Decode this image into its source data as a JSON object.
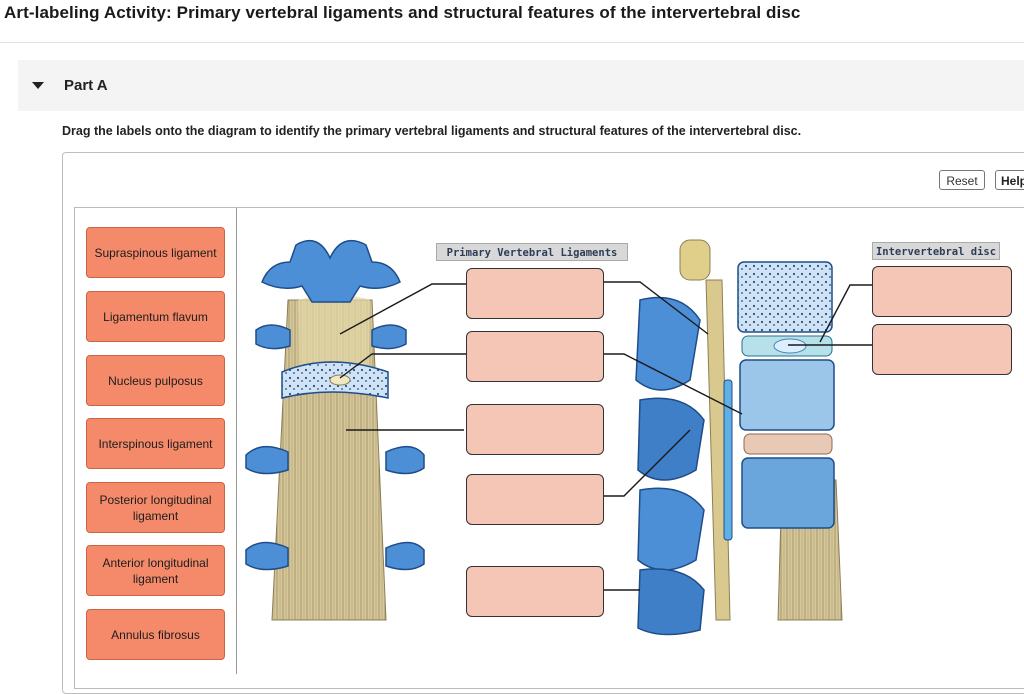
{
  "page": {
    "title": "Art-labeling Activity: Primary vertebral ligaments and structural features of the intervertebral disc"
  },
  "part": {
    "label": "Part A",
    "instruction": "Drag the labels onto the diagram to identify the primary vertebral ligaments and structural features of the intervertebral disc."
  },
  "toolbar": {
    "reset_label": "Reset",
    "help_label": "Help"
  },
  "label_bank": [
    "Supraspinous ligament",
    "Ligamentum flavum",
    "Nucleus pulposus",
    "Interspinous ligament",
    "Posterior longitudinal ligament",
    "Anterior longitudinal ligament",
    "Annulus fibrosus"
  ],
  "diagram": {
    "groups": {
      "ligaments_title": "Primary Vertebral Ligaments",
      "disc_title": "Intervertebral disc"
    },
    "ligament_targets": 5,
    "disc_targets": 2
  },
  "colors": {
    "chip_fill": "#f58a6a",
    "target_fill": "#f5c5b5",
    "bone_blue": "#3f7fc8",
    "ligament_tan": "#cdbf8f"
  }
}
